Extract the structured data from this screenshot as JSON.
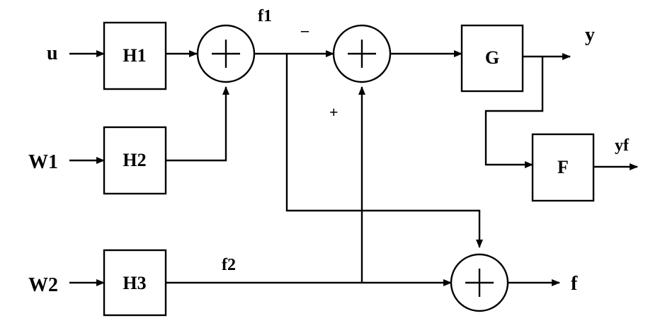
{
  "inputs": {
    "u": "u",
    "w1": "W1",
    "w2": "W2"
  },
  "blocks": {
    "h1": "H1",
    "h2": "H2",
    "h3": "H3",
    "g": "G",
    "f": "F"
  },
  "signals": {
    "f1": "f1",
    "f2": "f2",
    "y": "y",
    "yf": "yf",
    "f": "f"
  },
  "signs": {
    "minus": "–",
    "plus": "+"
  }
}
